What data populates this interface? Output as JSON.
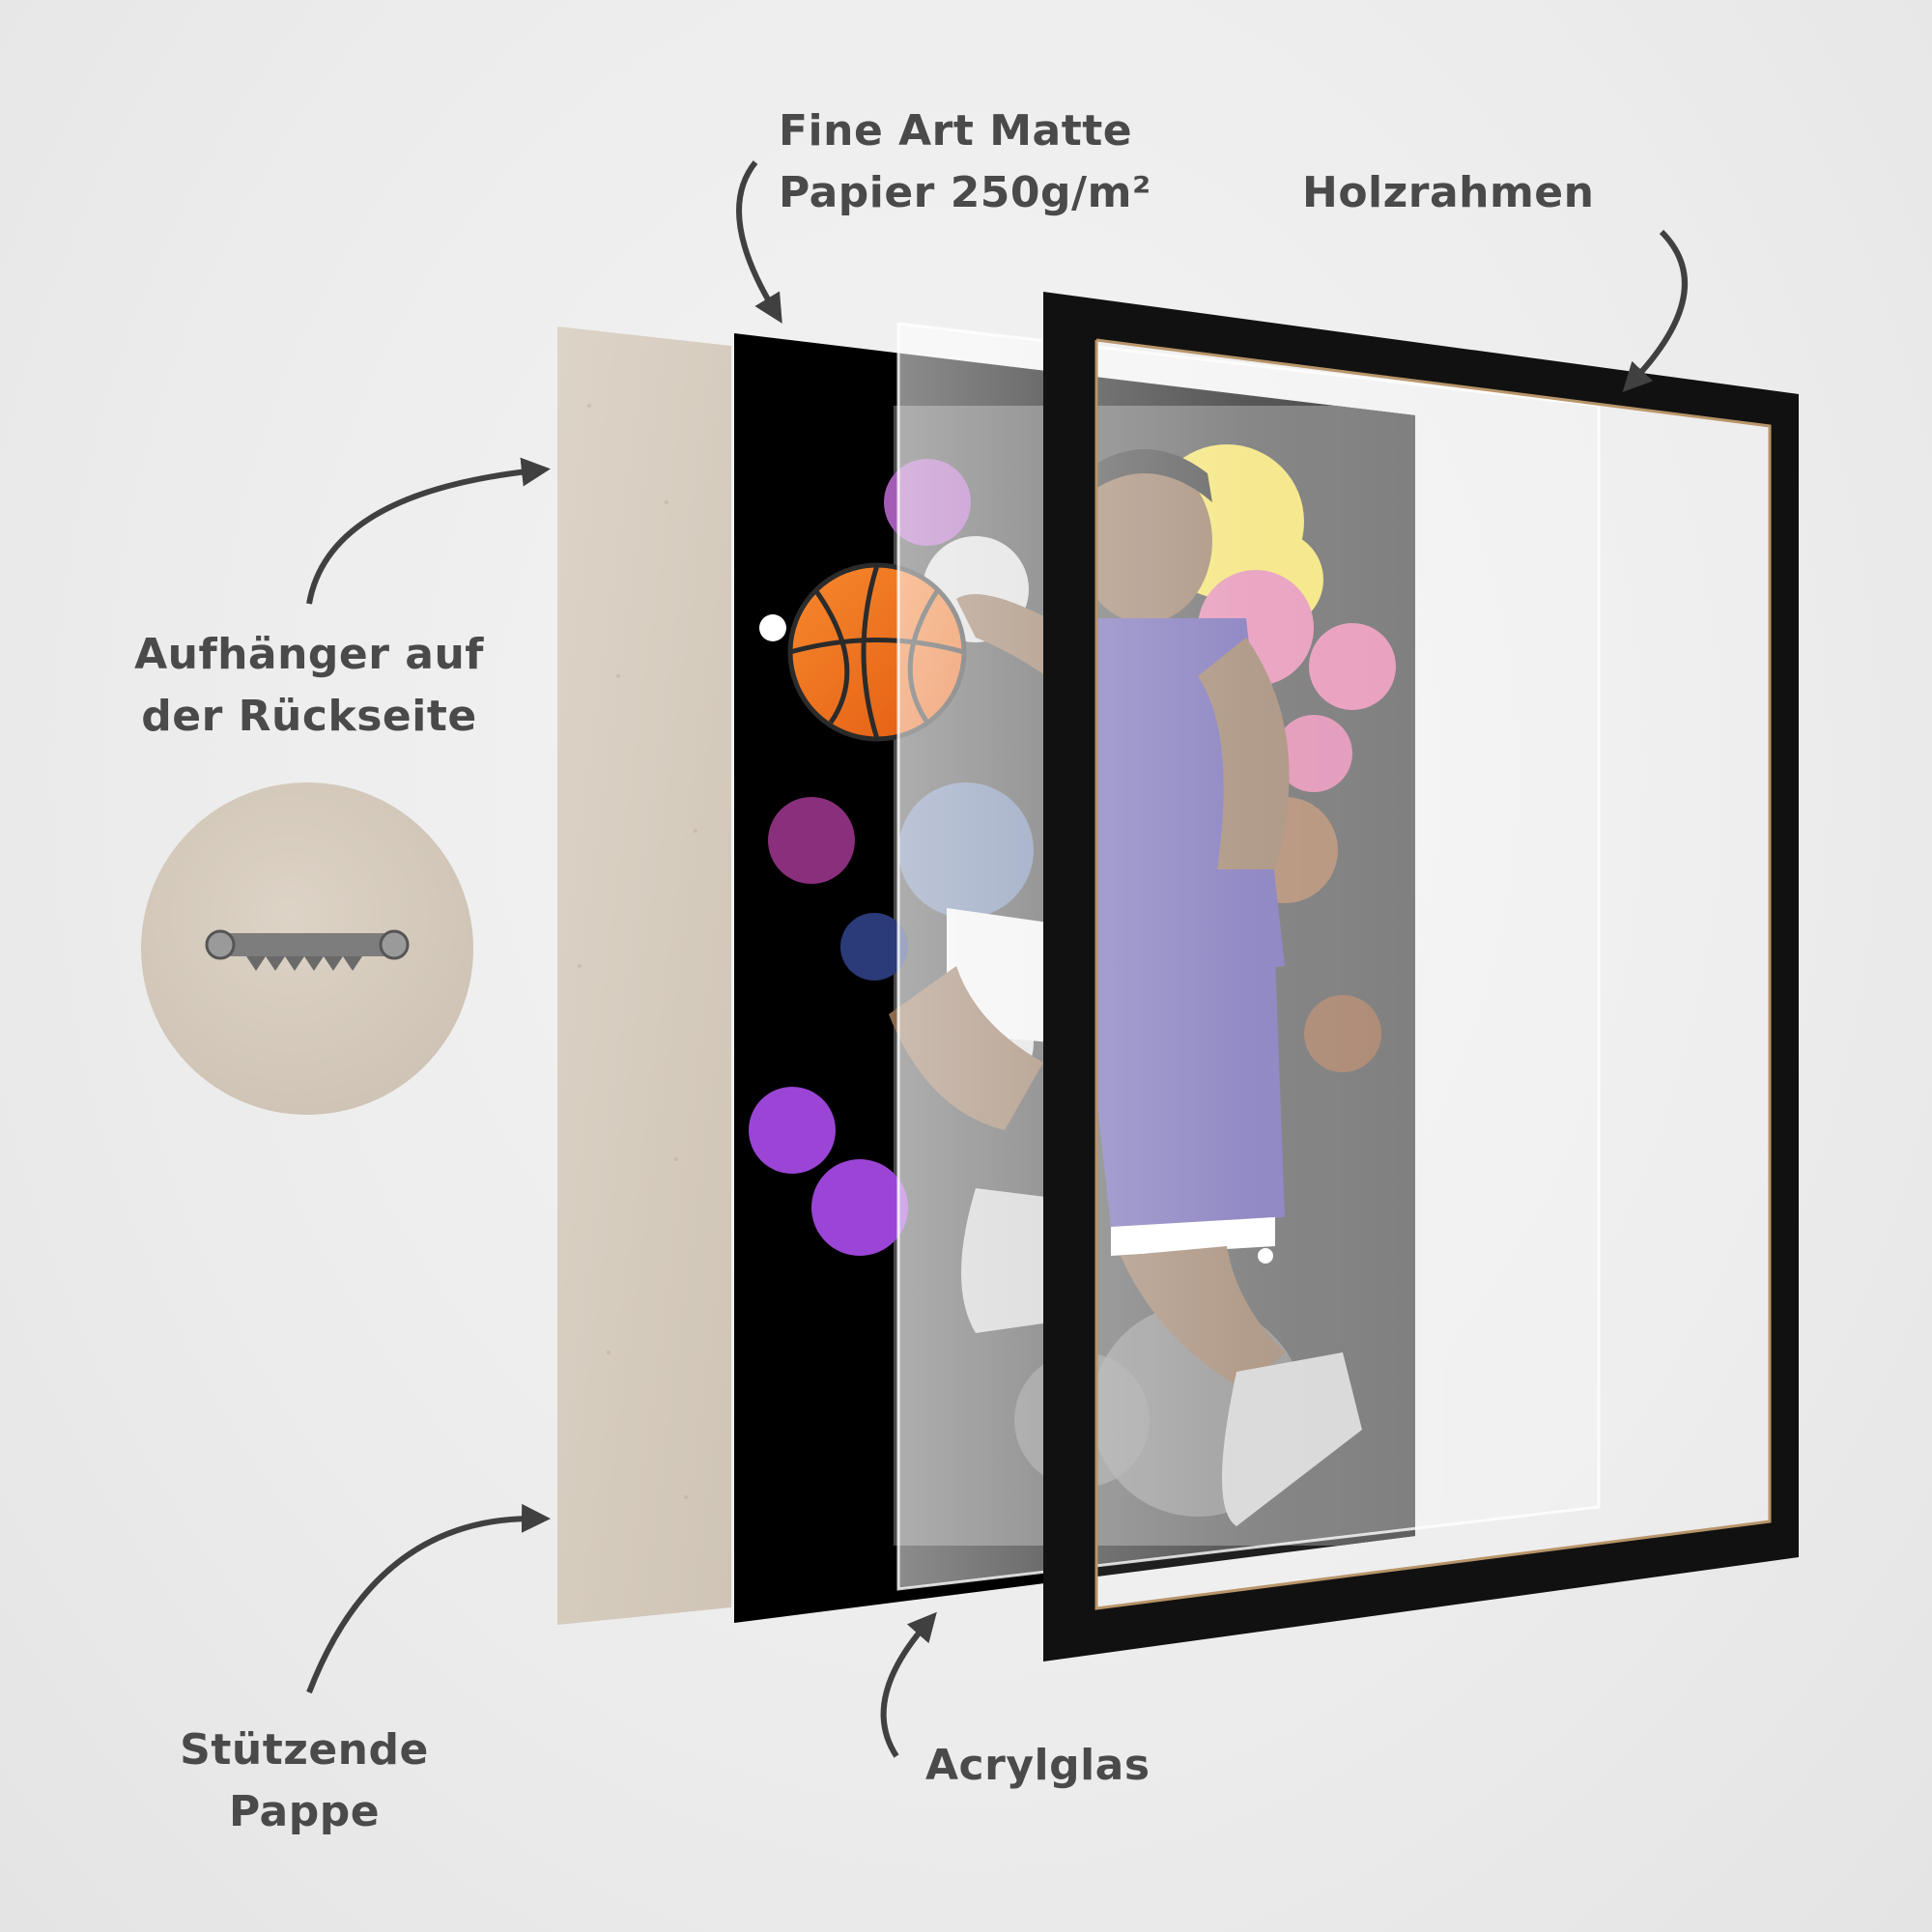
{
  "labels": {
    "paper_line1": "Fine Art Matte",
    "paper_line2": "Papier 250g/m²",
    "frame": "Holzrahmen",
    "hanger_line1": "Aufhänger auf",
    "hanger_line2": "der Rückseite",
    "backing_line1": "Stützende",
    "backing_line2": "Pappe",
    "acrylic": "Acrylglas"
  },
  "icons": [
    "sawtooth-hanger-icon",
    "basketball-icon"
  ],
  "colors": {
    "background": "#ececec",
    "text": "#4a4a4a",
    "cardboard": "#d9cfc2",
    "frame": "#111111",
    "print_background": "#000000",
    "jersey": "#5b4fa8",
    "ball": "#f26a1b"
  }
}
